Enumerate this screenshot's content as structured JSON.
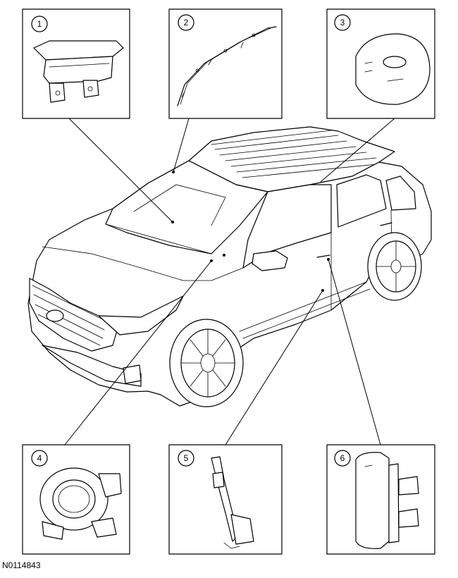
{
  "figure_id": "N0114843",
  "callouts": [
    {
      "number": "1"
    },
    {
      "number": "2"
    },
    {
      "number": "3"
    },
    {
      "number": "4"
    },
    {
      "number": "5"
    },
    {
      "number": "6"
    }
  ]
}
